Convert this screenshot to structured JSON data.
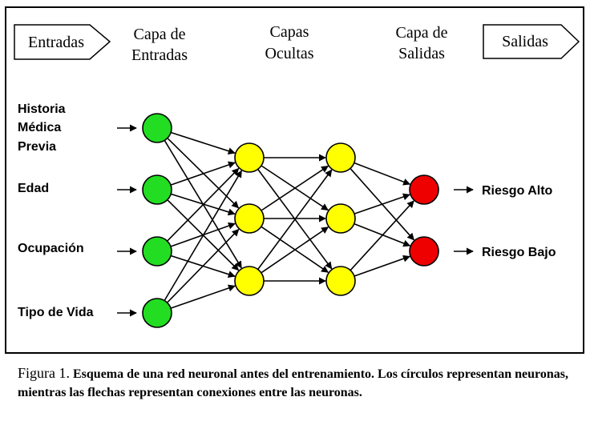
{
  "header": {
    "inputs_arrow_label": "Entradas",
    "outputs_arrow_label": "Salidas",
    "input_layer_title": [
      "Capa de",
      "Entradas"
    ],
    "hidden_layers_title": [
      "Capas",
      "Ocultas"
    ],
    "output_layer_title": [
      "Capa de",
      "Salidas"
    ]
  },
  "inputs": [
    {
      "label_lines": [
        "Historia",
        "Médica",
        "Previa"
      ]
    },
    {
      "label_lines": [
        "Edad"
      ]
    },
    {
      "label_lines": [
        "Ocupación"
      ]
    },
    {
      "label_lines": [
        "Tipo de Vida"
      ]
    }
  ],
  "outputs": [
    {
      "label": "Riesgo Alto"
    },
    {
      "label": "Riesgo Bajo"
    }
  ],
  "layers": [
    {
      "name": "input",
      "count": 4,
      "color": "#22dd22"
    },
    {
      "name": "hidden-1",
      "count": 3,
      "color": "#ffff00"
    },
    {
      "name": "hidden-2",
      "count": 3,
      "color": "#ffff00"
    },
    {
      "name": "output",
      "count": 2,
      "color": "#ee0000"
    }
  ],
  "caption": {
    "figure_label": "Figura 1.",
    "text": "Esquema de una red neuronal antes del entrenamiento. Los círculos representan neuronas, mientras las flechas representan conexiones entre las neuronas."
  }
}
